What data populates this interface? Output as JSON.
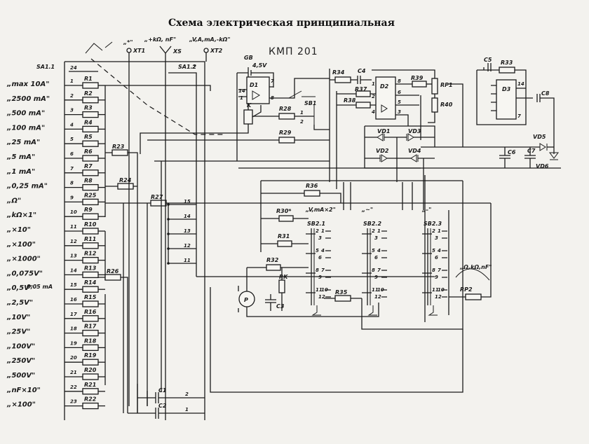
{
  "title": "Схема электрическая принципиальная",
  "handwritten_note": "КМП 201",
  "switch_sa11": {
    "label": "SA1.1",
    "common_pin": "24",
    "positions": [
      {
        "pin": "1",
        "label": "„max 10A\"",
        "res": "R1"
      },
      {
        "pin": "2",
        "label": "„2500 mA\"",
        "res": "R2"
      },
      {
        "pin": "3",
        "label": "„500 mA\"",
        "res": "R3"
      },
      {
        "pin": "4",
        "label": "„100 mA\"",
        "res": "R4"
      },
      {
        "pin": "5",
        "label": "„25 mA\"",
        "res": "R5"
      },
      {
        "pin": "6",
        "label": "„5 mA\"",
        "res": "R6"
      },
      {
        "pin": "7",
        "label": "„1 mA\"",
        "res": "R7"
      },
      {
        "pin": "8",
        "label": "„0,25 mA\"",
        "res": "R8"
      },
      {
        "pin": "9",
        "label": "„Ω\"",
        "res": "R25"
      },
      {
        "pin": "10",
        "label": "„kΩ×1\"",
        "res": "R9"
      },
      {
        "pin": "11",
        "label": "„×10\"",
        "res": "R10"
      },
      {
        "pin": "12",
        "label": "„×100\"",
        "res": "R11"
      },
      {
        "pin": "13",
        "label": "„×1000\"",
        "res": "R12"
      },
      {
        "pin": "14",
        "label": "„0,075V\"",
        "res": "R13"
      },
      {
        "pin": "15",
        "label": "„0,5V\"",
        "res": "R14"
      },
      {
        "pin": "16",
        "label": "„2,5V\"",
        "res": "R15"
      },
      {
        "pin": "17",
        "label": "„10V\"",
        "res": "R16"
      },
      {
        "pin": "18",
        "label": "„25V\"",
        "res": "R17"
      },
      {
        "pin": "19",
        "label": "„100V\"",
        "res": "R18"
      },
      {
        "pin": "20",
        "label": "„250V\"",
        "res": "R19"
      },
      {
        "pin": "21",
        "label": "„500V\"",
        "res": "R20"
      },
      {
        "pin": "22",
        "label": "„nF×10\"",
        "res": "R21"
      },
      {
        "pin": "23",
        "label": "„×100\"",
        "res": "R22"
      }
    ],
    "extra_label": "0,05 mA"
  },
  "switch_sa12": {
    "label": "SA1.2",
    "pins": [
      "2",
      "1"
    ]
  },
  "side_resistors": [
    "R23",
    "R24",
    "R26",
    "R27"
  ],
  "r27_pins": [
    "15",
    "14",
    "13",
    "12",
    "11"
  ],
  "capacitors_bottom": [
    {
      "ref": "C1",
      "pin": "2"
    },
    {
      "ref": "C2",
      "pin": "1"
    }
  ],
  "connectors": [
    {
      "ref": "XT1",
      "label": "„*\""
    },
    {
      "ref": "XS",
      "label": "„+kΩ, nF\""
    },
    {
      "ref": "XT2",
      "label": "„V,A,mA,-kΩ\""
    }
  ],
  "battery": {
    "ref": "GB",
    "value": "4,5V"
  },
  "relay": {
    "ref": "K"
  },
  "chips": [
    {
      "ref": "D1",
      "pins": [
        "14",
        "1",
        "7",
        "8"
      ]
    },
    {
      "ref": "D2",
      "pins": [
        "1",
        "8",
        "2",
        "6",
        "4",
        "5",
        "3"
      ]
    },
    {
      "ref": "D3",
      "pins": [
        "14",
        "7"
      ]
    }
  ],
  "button": {
    "ref": "SB1",
    "pins": [
      "1",
      "2"
    ]
  },
  "resistors_top": [
    "R28",
    "R29",
    "R33",
    "R34",
    "R36",
    "R37",
    "R38",
    "R39",
    "R40",
    "RP1"
  ],
  "caps_top": [
    "C4",
    "C5",
    "C6",
    "C7",
    "C8"
  ],
  "diodes": [
    "VD1",
    "VD2",
    "VD3",
    "VD4",
    "VD5",
    "VD6"
  ],
  "sb2": [
    {
      "ref": "SB2.1",
      "mode": "„V,mA×2\"",
      "pins": [
        "2",
        "1",
        "3",
        "5",
        "4",
        "6",
        "8",
        "7",
        "9",
        "11",
        "10",
        "12"
      ]
    },
    {
      "ref": "SB2.2",
      "mode": "„~\"",
      "pins": [
        "2",
        "1",
        "3",
        "5",
        "4",
        "6",
        "8",
        "7",
        "9",
        "11",
        "10",
        "12"
      ]
    },
    {
      "ref": "SB2.3",
      "mode": "„–\"",
      "pins": [
        "2",
        "1",
        "3",
        "5",
        "4",
        "6",
        "8",
        "7",
        "9",
        "11",
        "10",
        "12"
      ]
    }
  ],
  "lower_left": {
    "R30": "R30*",
    "R31": "R31",
    "R32": "R32",
    "RK": "RK",
    "C3": "C3",
    "R35": "R35",
    "meter": "P"
  },
  "rp2": {
    "ref": "RP2",
    "label": "„Ω,kΩ,nF\""
  },
  "colors": {
    "ink": "#1a1a1a",
    "paper": "#f3f2ee"
  }
}
